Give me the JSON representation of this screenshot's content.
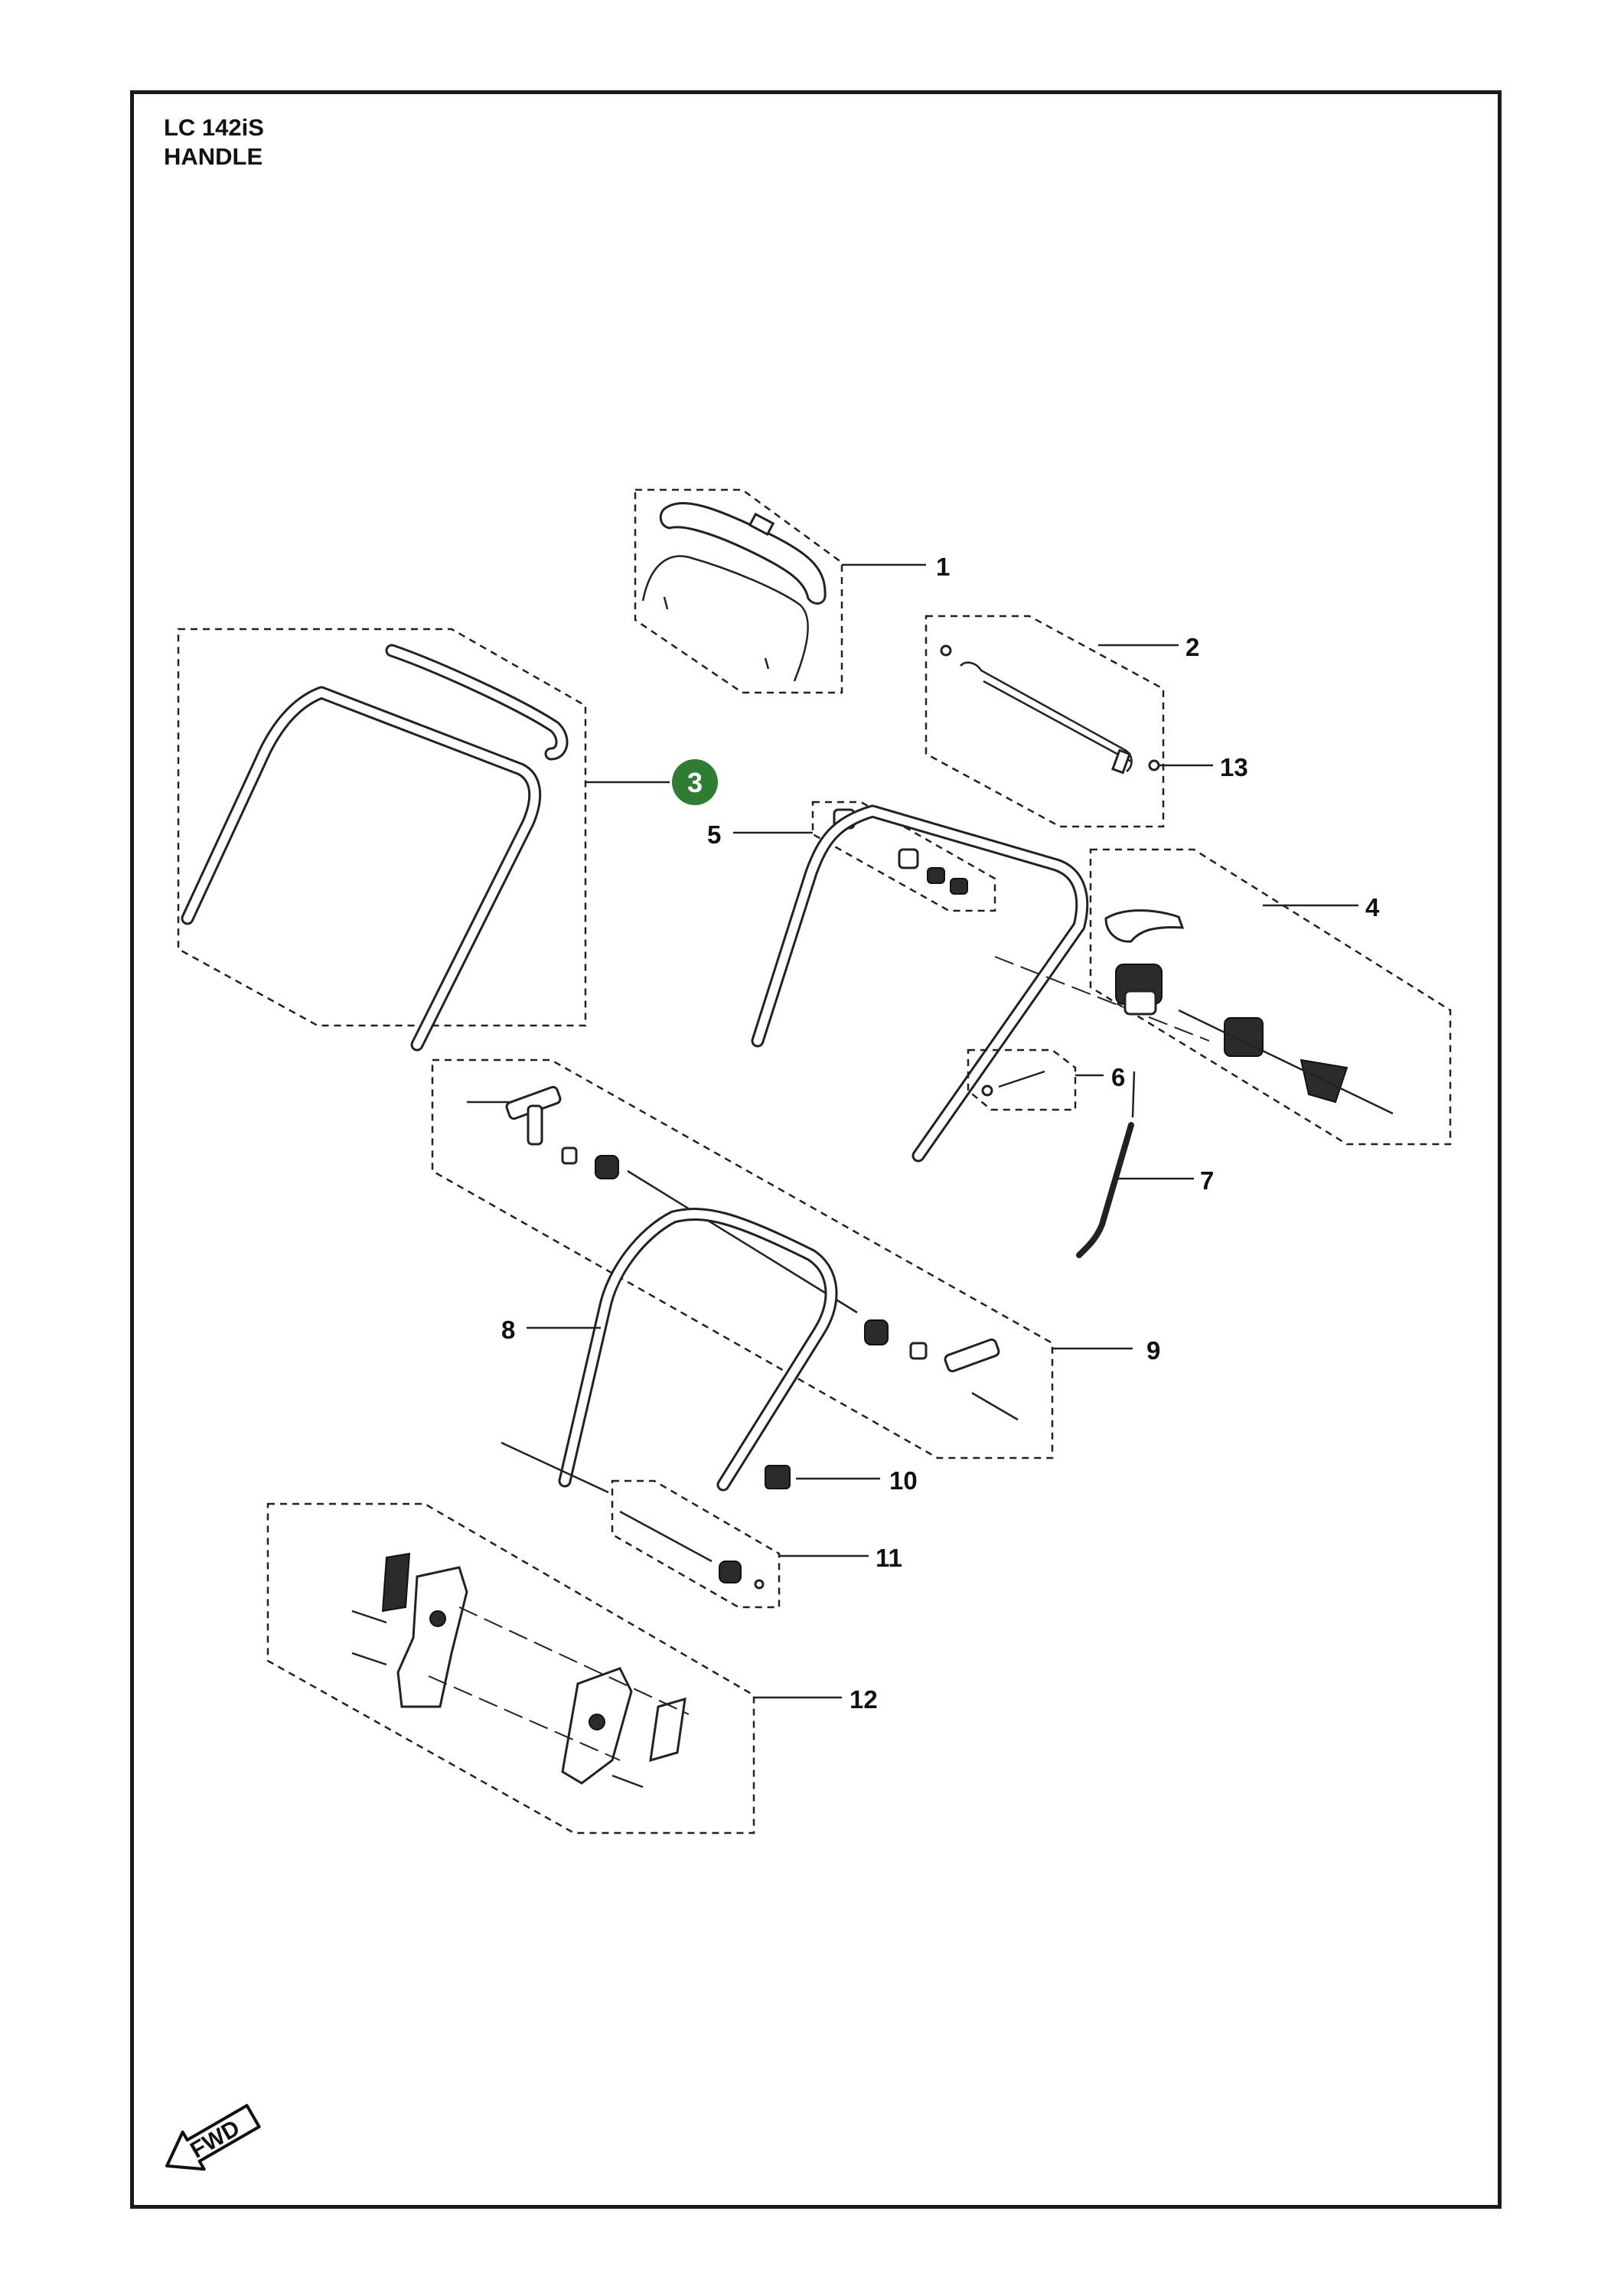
{
  "header": {
    "model": "LC 142iS",
    "section": "HANDLE"
  },
  "callouts": {
    "c1": "1",
    "c2": "2",
    "c3": "3",
    "c4": "4",
    "c5": "5",
    "c6": "6",
    "c7": "7",
    "c8": "8",
    "c9": "9",
    "c10": "10",
    "c11": "11",
    "c12": "12",
    "c13": "13"
  },
  "highlight": {
    "item": "3",
    "color": "#2e7d32"
  },
  "direction_arrow": {
    "label": "FWD"
  }
}
